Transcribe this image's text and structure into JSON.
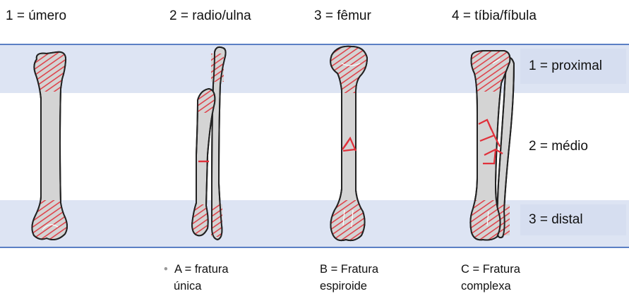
{
  "headers": {
    "humerus": "1 = úmero",
    "radius_ulna": "2 = radio/ulna",
    "femur": "3 = fêmur",
    "tibia_fibula": "4 = tíbia/fíbula"
  },
  "zones": {
    "proximal": "1 = proximal",
    "middle": "2 = médio",
    "distal": "3 = distal"
  },
  "captions": {
    "a_line1": "A = fratura",
    "a_line2": "única",
    "b_line1": "B = Fratura",
    "b_line2": "espiroide",
    "c_line1": "C = Fratura",
    "c_line2": "complexa"
  },
  "colors": {
    "band": "#dde4f3",
    "label_box": "#d6def0",
    "band_border": "#5b7fc4",
    "bone_fill": "#d4d4d4",
    "bone_stroke": "#222222",
    "fracture": "#e0303a"
  }
}
